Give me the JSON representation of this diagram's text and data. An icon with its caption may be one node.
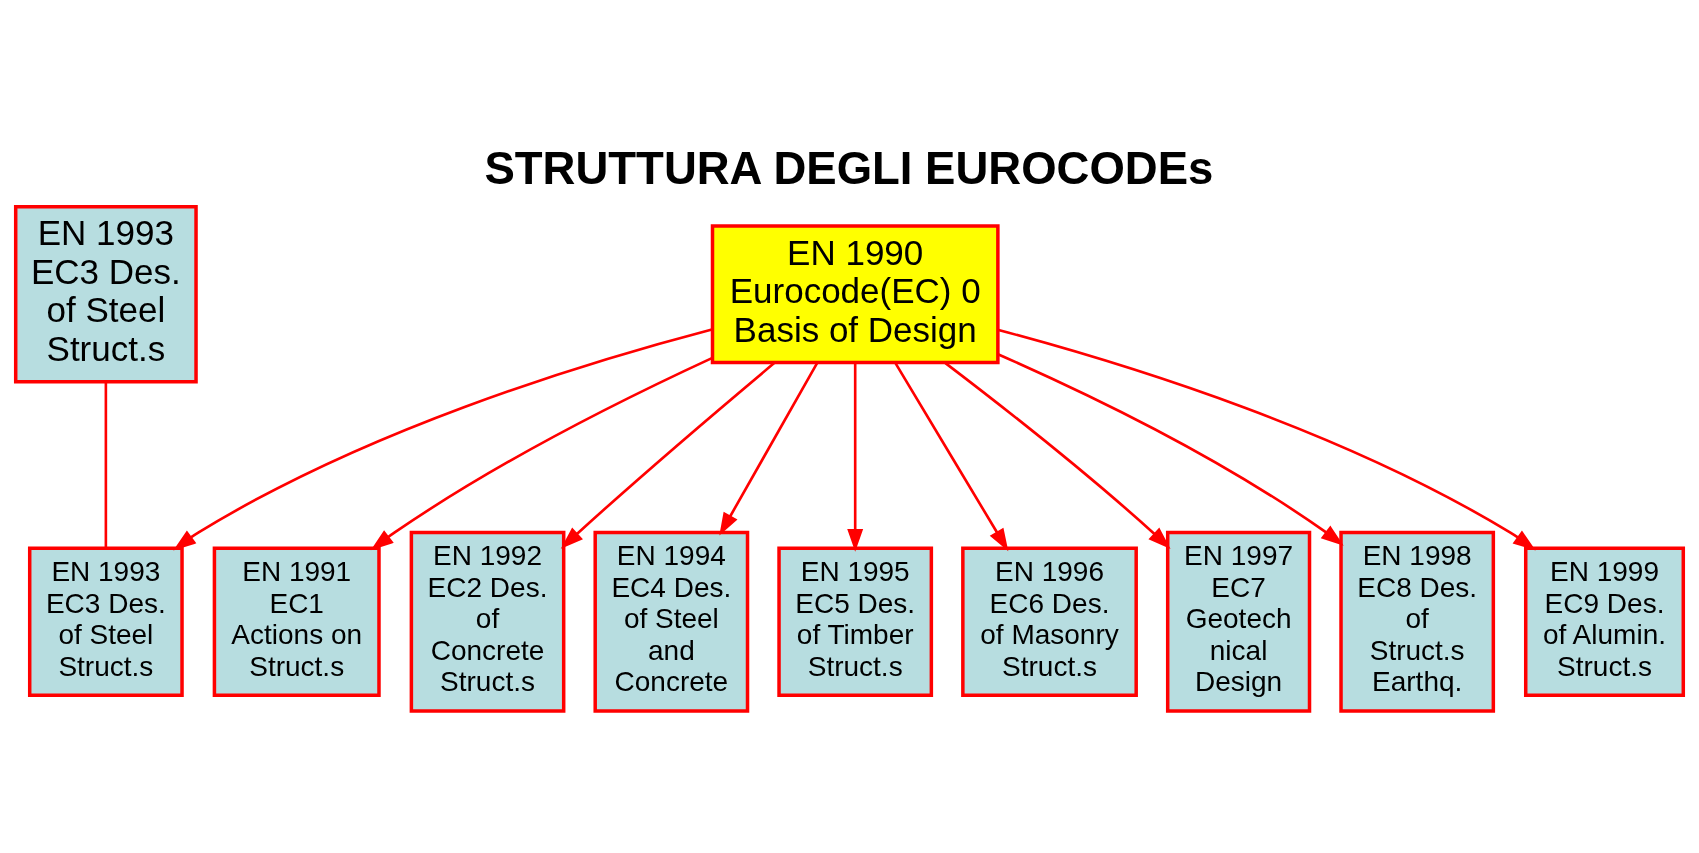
{
  "diagram": {
    "title": "STRUTTURA DEGLI EUROCODEs",
    "nodes": [
      {
        "text": [
          "EN 1993 EC3 Des. of Steel Struct.s"
        ]
      },
      {
        "text": [
          "EN 1990 Eurocode(EC) 0 Basis of Design"
        ]
      },
      {
        "text": [
          "EN 1991 EC1 Actions on Struct.s"
        ]
      },
      {
        "text": [
          "EN 1992 EC2 Des. of Concrete Struct.s"
        ]
      },
      {
        "text": [
          "EN 1993 EC3 Des. of Steel Struct.s"
        ]
      },
      {
        "text": [
          "EN 1994 EC4 Des. of Steel and Concrete"
        ]
      },
      {
        "text": [
          "EN 1995 EC5 Des. of Timber Struct.s"
        ]
      },
      {
        "text": [
          "EN 1996 EC6 Des. of Masonry Struct.s"
        ]
      },
      {
        "text": [
          "EN 1997 EC7 Geotech nical Design"
        ]
      },
      {
        "text": [
          "EN 1998 EC8 Des. of Struct.s Earthq."
        ]
      },
      {
        "text": [
          "EN 1999 EC9 Des. of Alumin. Struct.s"
        ]
      }
    ],
    "edges": [
      {
        "from": 1,
        "to": 2,
        "arrow": "to"
      },
      {
        "from": 1,
        "to": 3,
        "arrow": "to"
      },
      {
        "from": 1,
        "to": 4,
        "arrow": "to"
      },
      {
        "from": 1,
        "to": 5,
        "arrow": "to"
      },
      {
        "from": 1,
        "to": 6,
        "arrow": "to"
      },
      {
        "from": 1,
        "to": 7,
        "arrow": "to"
      },
      {
        "from": 1,
        "to": 8,
        "arrow": "to"
      },
      {
        "from": 1,
        "to": 9,
        "arrow": "to"
      },
      {
        "from": 1,
        "to": 10,
        "arrow": "to"
      },
      {
        "from": 0,
        "to": 4,
        "arrow": "none"
      }
    ]
  }
}
